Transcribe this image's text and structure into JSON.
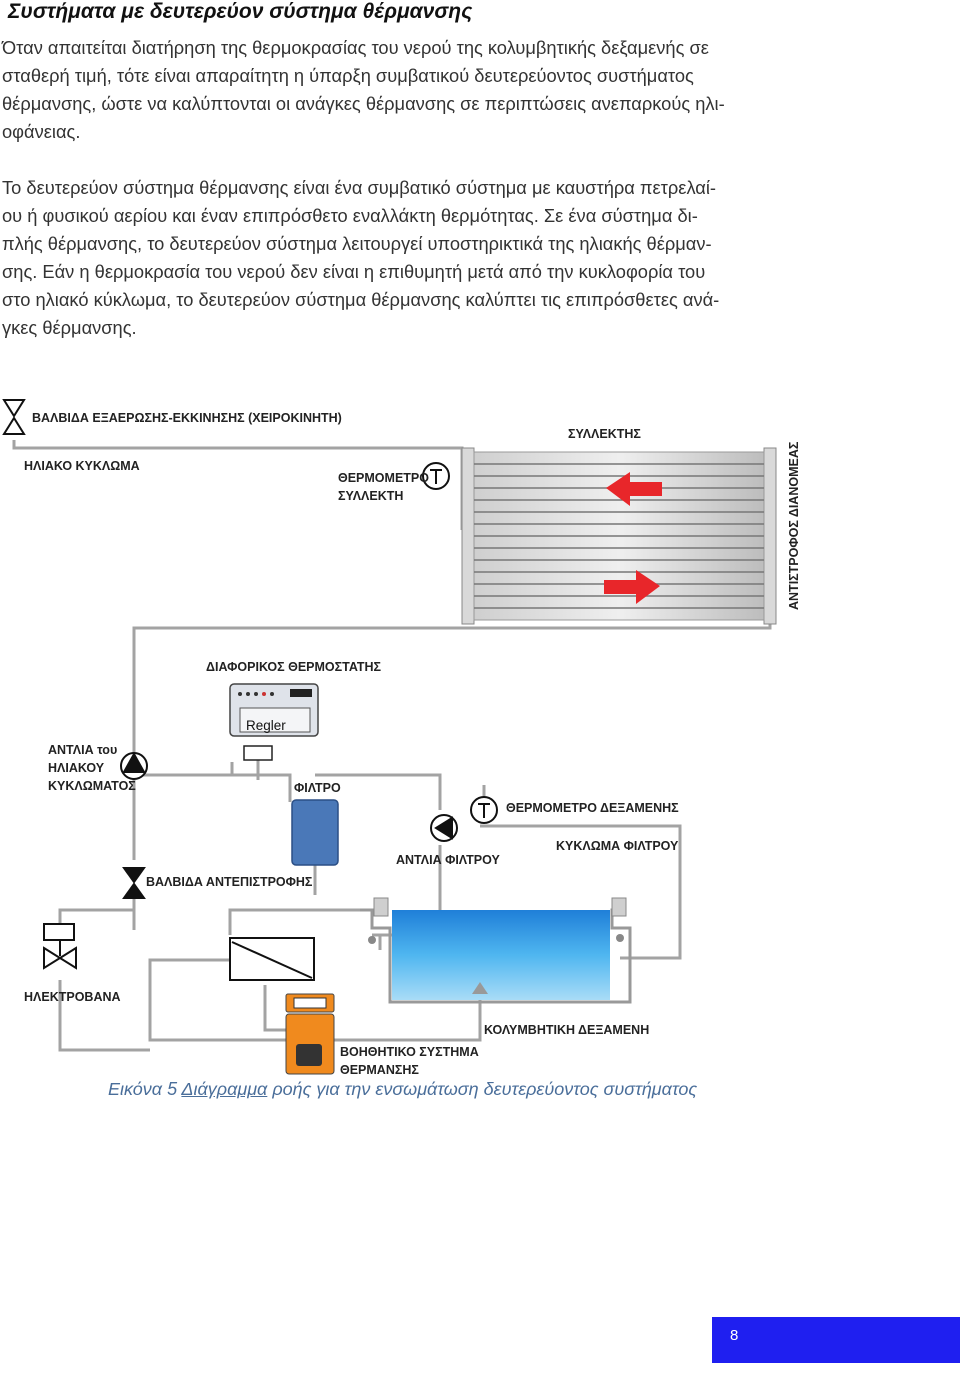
{
  "heading": "Συστήματα με δευτερεύον σύστημα θέρμανσης",
  "paragraph1": [
    "Όταν απαιτείται διατήρηση της θερμοκρασίας του νερού της κολυμβητικής δεξαμενής σε",
    "σταθερή τιμή, τότε είναι απαραίτητη η ύπαρξη συμβατικού δευτερεύοντος συστήματος",
    "θέρμανσης, ώστε να καλύπτονται οι ανάγκες θέρμανσης σε περιπτώσεις ανεπαρκούς ηλι-",
    "οφάνειας."
  ],
  "paragraph2": [
    "Το δευτερεύον σύστημα θέρμανσης είναι ένα συμβατικό σύστημα με καυστήρα πετρελαί-",
    "ου ή φυσικού αερίου και έναν επιπρόσθετο εναλλάκτη θερμότητας. Σε ένα σύστημα δι-",
    "πλής θέρμανσης, το δευτερεύον σύστημα λειτουργεί υποστηρικτικά της ηλιακής θέρμαν-",
    "σης. Εάν η θερμοκρασία του νερού δεν είναι η επιθυμητή μετά από την κυκλοφορία του",
    "στο ηλιακό κύκλωμα, το δευτερεύον σύστημα θέρμανσης καλύπτει τις επιπρόσθετες ανά-",
    "γκες θέρμανσης."
  ],
  "diagram": {
    "labels": {
      "valve_vent": "ΒΑΛΒΙΔΑ ΕΞΑΕΡΩΣΗΣ-ΕΚΚΙΝΗΣΗΣ (ΧΕΙΡΟΚΙΝΗΤΗ)",
      "solar_circuit": "ΗΛΙΑΚΟ ΚΥΚΛΩΜΑ",
      "collector": "ΣΥΛΛΕΚΤΗΣ",
      "collector_thermometer_1": "ΘΕΡΜΟΜΕΤΡΟ",
      "collector_thermometer_2": "ΣΥΛΛΕΚΤΗ",
      "manifold": "ΑΝΤΙΣΤΡΟΦΟΣ ΔΙΑΝΟΜΕΑΣ",
      "diff_thermostat": "ΔΙΑΦΟΡΙΚΟΣ ΘΕΡΜΟΣΤΑΤΗΣ",
      "controller_brand": "Regler",
      "pump_solar_1": "ΑΝΤΛΙΑ του",
      "pump_solar_2": "ΗΛΙΑΚΟΥ",
      "pump_solar_3": "ΚΥΚΛΩΜΑΤΟΣ",
      "filter": "ΦΙΛΤΡΟ",
      "tank_thermometer": "ΘΕΡΜΟΜΕΤΡΟ ΔΕΞΑΜΕΝΗΣ",
      "filter_pump": "ΑΝΤΛΙΑ ΦΙΛΤΡΟΥ",
      "filter_circuit": "ΚΥΚΛΩΜΑ ΦΙΛΤΡΟΥ",
      "check_valve": "ΒΑΛΒΙΔΑ ΑΝΤΕΠΙΣΤΡΟΦΗΣ",
      "solenoid_valve": "ΗΛΕΚΤΡΟΒΑΝΑ",
      "pool": "ΚΟΛΥΜΒΗΤΙΚΗ ΔΕΞΑΜΕΝΗ",
      "aux_system_1": "ΒΟΗΘΗΤΙΚΟ ΣΥΣΤΗΜΑ",
      "aux_system_2": "ΘΕΡΜΑΝΣΗΣ"
    },
    "colors": {
      "pipe": "#a3a3a3",
      "arrow_red": "#e8262a",
      "pool_water": "#2aa0e8",
      "filter_blue": "#4a78b8",
      "boiler_orange": "#f08a1e"
    }
  },
  "caption": {
    "prefix": "Εικόνα 5",
    "underlined": "Διάγραμμα",
    "rest": "ροής για την ενσωμάτωση δευτερεύοντος συστήματος"
  },
  "page_number": "8"
}
